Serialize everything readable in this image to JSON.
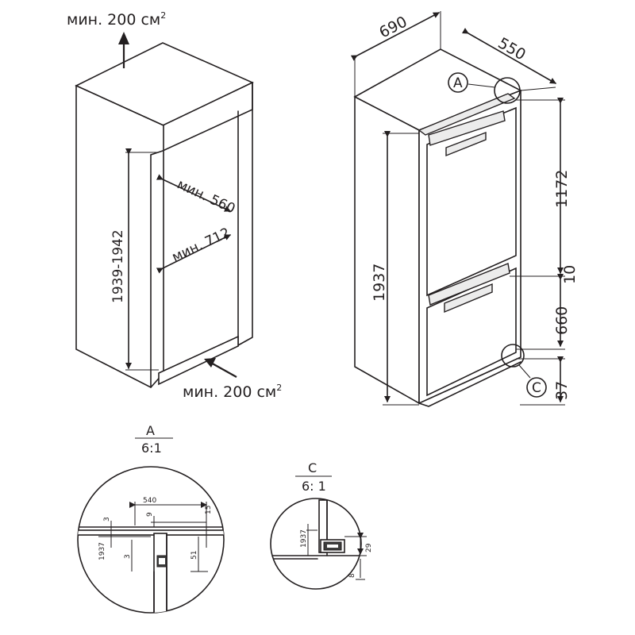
{
  "niche": {
    "vent_top": "мин. 200 см",
    "vent_bottom": "мин. 200 см",
    "sup": "2",
    "min_width": "мин. 560",
    "min_depth": "мин. 712",
    "height_range": "1939-1942"
  },
  "fridge": {
    "width": "690",
    "depth": "550",
    "height_total": "1937",
    "upper": "1172",
    "gap": "10",
    "lower": "660",
    "base": "37",
    "callout_a": "A",
    "callout_c": "C"
  },
  "detail_a": {
    "letter": "A",
    "scale": "6:1",
    "dim_540": "540",
    "dim_9": "9",
    "dim_15": "15",
    "dim_3_top": "3",
    "dim_3_bot": "3",
    "dim_1937": "1937",
    "dim_51": "51"
  },
  "detail_c": {
    "letter": "C",
    "scale": "6: 1",
    "dim_1937": "1937",
    "dim_29": "29",
    "dim_8": "8"
  }
}
